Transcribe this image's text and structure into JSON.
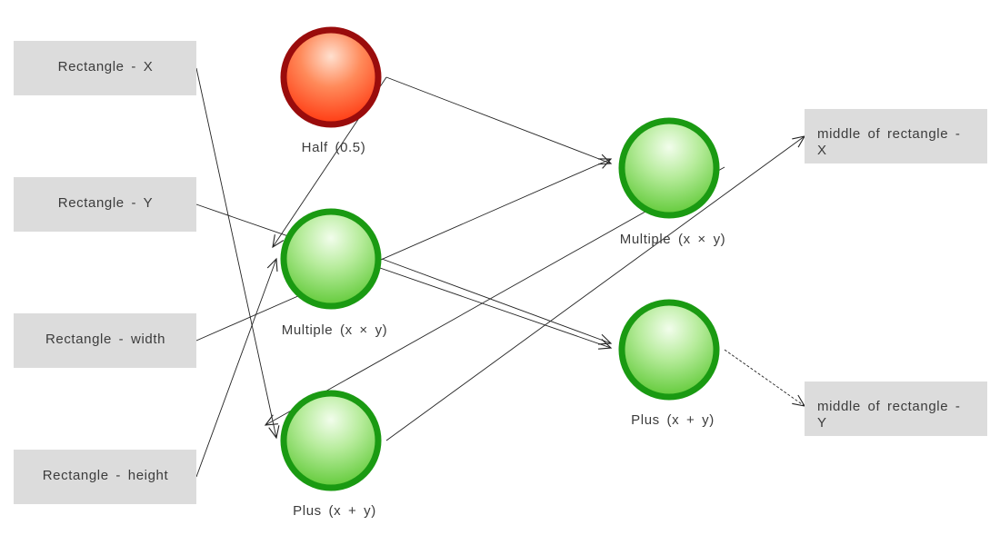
{
  "inputs": [
    {
      "id": "rect_x",
      "label": "Rectangle - X"
    },
    {
      "id": "rect_y",
      "label": "Rectangle - Y"
    },
    {
      "id": "rect_w",
      "label": "Rectangle - width"
    },
    {
      "id": "rect_h",
      "label": "Rectangle - height"
    }
  ],
  "operators": [
    {
      "id": "half",
      "label": "Half (0.5)",
      "style": "red"
    },
    {
      "id": "mul1",
      "label": "Multiple (x × y)",
      "style": "green"
    },
    {
      "id": "plus1",
      "label": "Plus (x + y)",
      "style": "green"
    },
    {
      "id": "mul2",
      "label": "Multiple (x × y)",
      "style": "green"
    },
    {
      "id": "plus2",
      "label": "Plus (x + y)",
      "style": "green"
    }
  ],
  "outputs": [
    {
      "id": "mid_x",
      "label_lines": [
        "middle of rectangle -",
        "X"
      ]
    },
    {
      "id": "mid_y",
      "label_lines": [
        "middle of rectangle -",
        "Y"
      ]
    }
  ],
  "edges": [
    {
      "from": "rect_x",
      "to": "plus1"
    },
    {
      "from": "rect_y",
      "to": "plus2"
    },
    {
      "from": "rect_w",
      "to": "mul2"
    },
    {
      "from": "rect_h",
      "to": "mul1"
    },
    {
      "from": "half",
      "to": "mul1"
    },
    {
      "from": "half",
      "to": "mul2"
    },
    {
      "from": "mul1",
      "to": "plus2"
    },
    {
      "from": "plus1",
      "to": "mid_x"
    },
    {
      "from": "mul2",
      "to": "plus1"
    },
    {
      "from": "plus2",
      "to": "mid_y"
    }
  ],
  "colors": {
    "box_fill": "#dcdcdc",
    "green_ring": "#1a9a12",
    "red_ring": "#9a0c0c",
    "edge": "#222222"
  }
}
